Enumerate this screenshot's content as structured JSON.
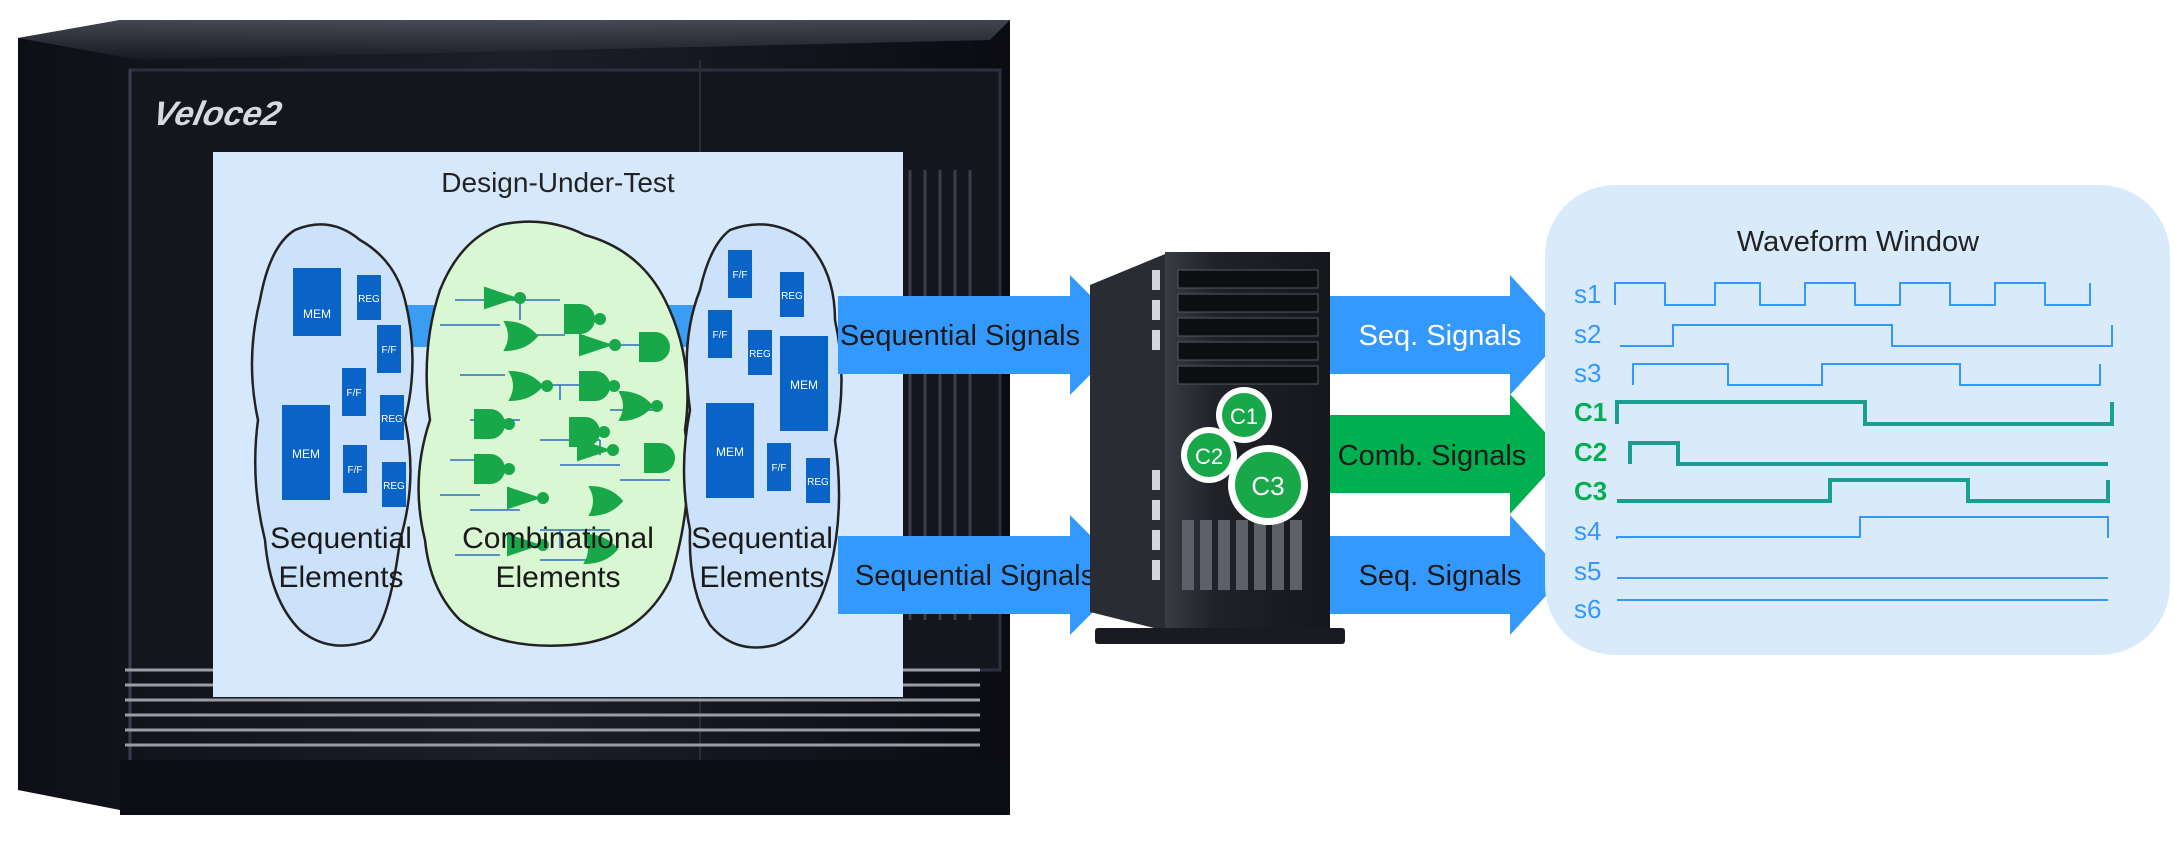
{
  "emulator": {
    "brand": "Veloce2",
    "dut_title": "Design-Under-Test",
    "left_group": {
      "line1": "Sequential",
      "line2": "Elements"
    },
    "middle_group": {
      "line1": "Combinational",
      "line2": "Elements"
    },
    "right_group": {
      "line1": "Sequential",
      "line2": "Elements"
    },
    "chip_labels": {
      "mem": "MEM",
      "reg": "REG",
      "ff": "F/F"
    }
  },
  "arrows": {
    "top_left": "Sequential Signals",
    "bottom_left": "Sequential Signals",
    "top_right": "Seq. Signals",
    "middle_right": "Comb. Signals",
    "bottom_right": "Seq. Signals"
  },
  "server": {
    "gears": [
      "C1",
      "C2",
      "C3"
    ]
  },
  "waveform": {
    "title": "Waveform Window",
    "signals": [
      {
        "name": "s1",
        "kind": "seq"
      },
      {
        "name": "s2",
        "kind": "seq"
      },
      {
        "name": "s3",
        "kind": "seq"
      },
      {
        "name": "C1",
        "kind": "comb"
      },
      {
        "name": "C2",
        "kind": "comb"
      },
      {
        "name": "C3",
        "kind": "comb"
      },
      {
        "name": "s4",
        "kind": "seq"
      },
      {
        "name": "s5",
        "kind": "seq"
      },
      {
        "name": "s6",
        "kind": "seq"
      }
    ]
  },
  "colors": {
    "seq_blue": "#3399ff",
    "comb_green": "#00b050",
    "wave_teal": "#1a9e8f",
    "dut_bg": "#d6e8fb",
    "wave_bg": "#d9ebfb",
    "chip_blue": "#0a64c8"
  }
}
